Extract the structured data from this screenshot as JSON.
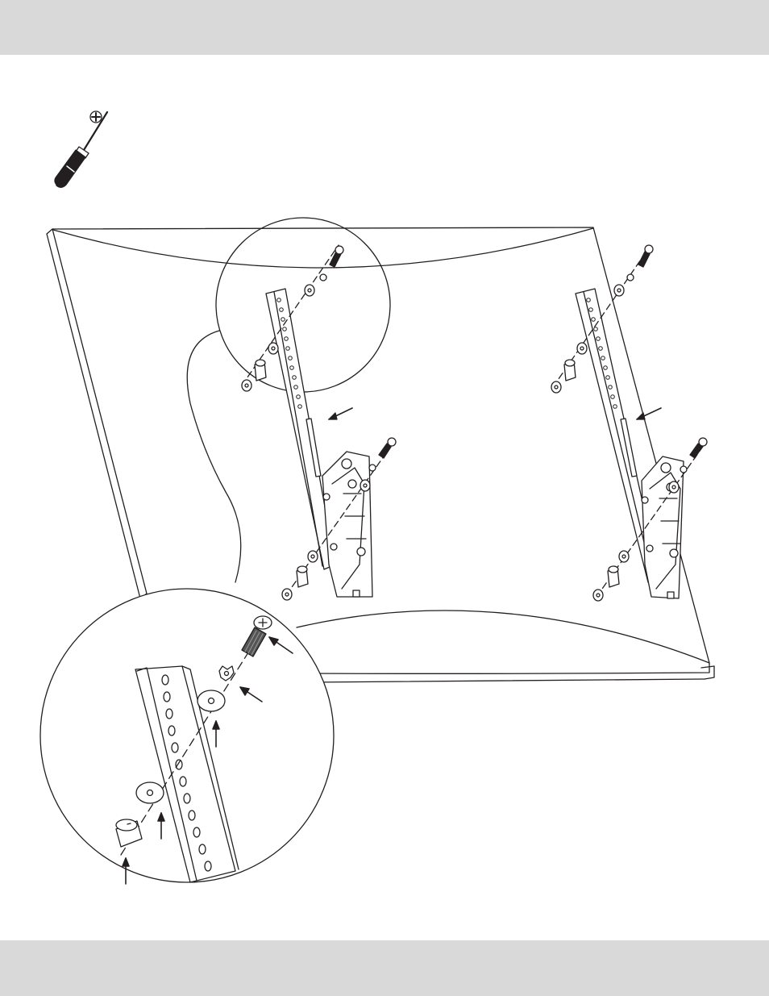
{
  "page": {
    "header_band": "",
    "footer_band": "",
    "colors": {
      "band": "#d9d9d9",
      "line": "#231f20",
      "background": "#ffffff"
    }
  },
  "figure": {
    "tool_icon": "phillips-screwdriver-icon",
    "subject": "tv-back-panel",
    "brackets": [
      "left-mounting-bracket",
      "right-mounting-bracket"
    ],
    "detail_callout": "magnified-hardware-detail",
    "hardware_parts": [
      "screw",
      "lock-washer",
      "washer",
      "spacer"
    ]
  }
}
